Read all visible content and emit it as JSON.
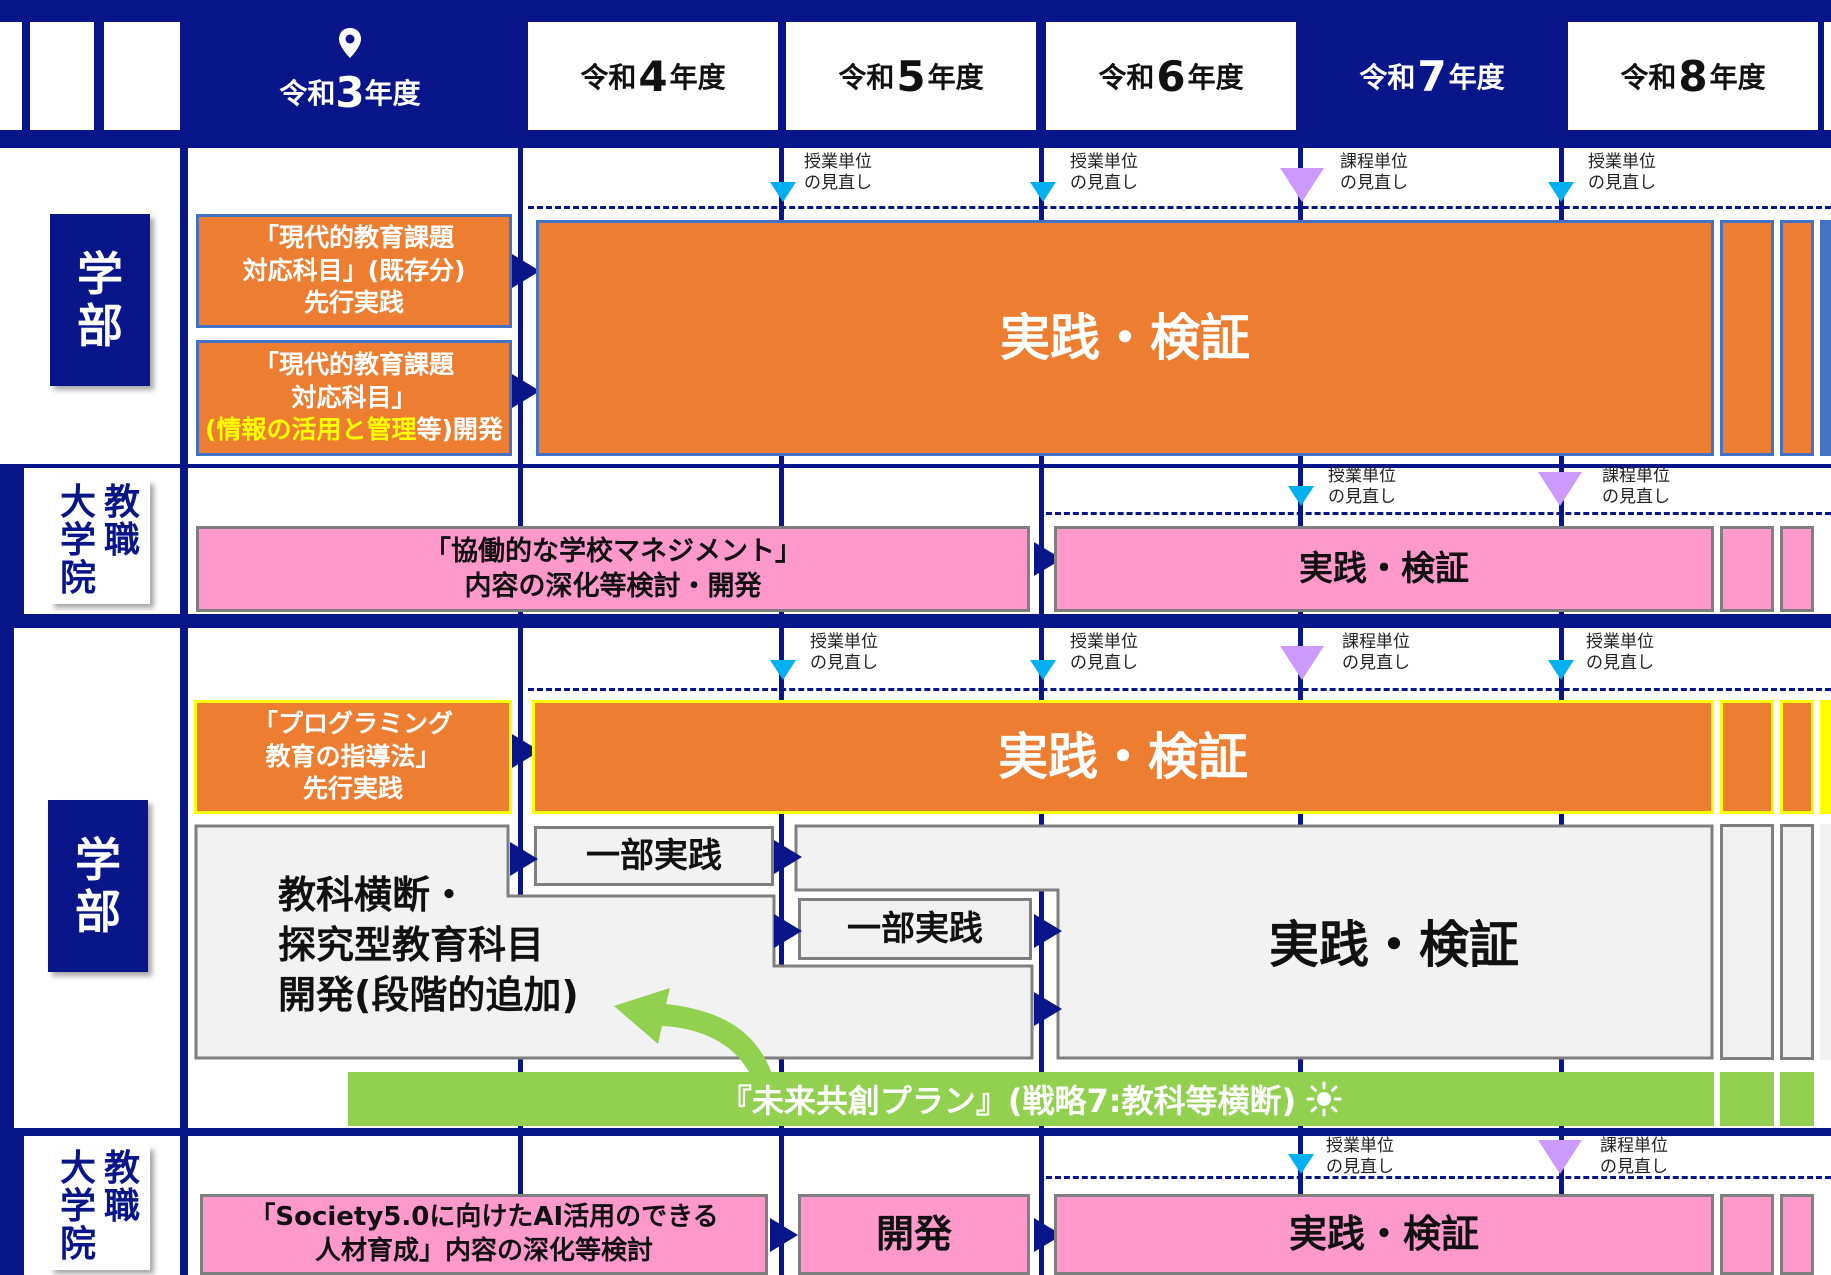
{
  "header": {
    "years": [
      {
        "prefix": "令和",
        "num": "3",
        "suffix": "年度"
      },
      {
        "prefix": "令和",
        "num": "4",
        "suffix": "年度"
      },
      {
        "prefix": "令和",
        "num": "5",
        "suffix": "年度"
      },
      {
        "prefix": "令和",
        "num": "6",
        "suffix": "年度"
      },
      {
        "prefix": "令和",
        "num": "7",
        "suffix": "年度"
      },
      {
        "prefix": "令和",
        "num": "8",
        "suffix": "年度"
      }
    ],
    "current_year_marker": "location-pin-icon"
  },
  "labels": {
    "undergrad": "学部",
    "grad_a": "大学院",
    "grad_b": "教職"
  },
  "notes": {
    "review_unit": "授業単位の見直し",
    "review_course": "課程単位の見直し",
    "line1_unit": "授業単位",
    "line1_course": "課程単位",
    "line2": "の見直し"
  },
  "section1": {
    "box_a": [
      "「現代的教育課題",
      "対応科目」(既存分)",
      "先行実践"
    ],
    "box_b": [
      "「現代的教育課題",
      "対応科目」"
    ],
    "box_b_line3_pre": "(",
    "box_b_line3_yellow": "情報の活用と管理",
    "box_b_line3_post": "等)開発",
    "practice": "実践・検証"
  },
  "section2": {
    "develop": [
      "「協働的な学校マネジメント」",
      "内容の深化等検討・開発"
    ],
    "practice": "実践・検証"
  },
  "section3": {
    "prog": [
      "「プログラミング",
      "教育の指導法」",
      "先行実践"
    ],
    "practice_orange": "実践・検証",
    "partial_1": "一部実践",
    "partial_2": "一部実践",
    "cross": [
      "教科横断・",
      "探究型教育科目",
      "開発(段階的追加)"
    ],
    "practice_gray": "実践・検証",
    "plan": "『未来共創プラン』(戦略7:教科等横断)"
  },
  "section4": {
    "develop": [
      "「Society5.0に向けたAI活用のできる",
      "人材育成」内容の深化等検討"
    ],
    "develop_short": "開発",
    "practice": "実践・検証"
  },
  "colors": {
    "navy": "#08168a",
    "orange": "#ed7d31",
    "pink": "#ff99cc",
    "gray": "#f2f2f2",
    "green": "#92d050",
    "blue_marker": "#00b0f0",
    "purple_marker": "#cc99ff"
  }
}
